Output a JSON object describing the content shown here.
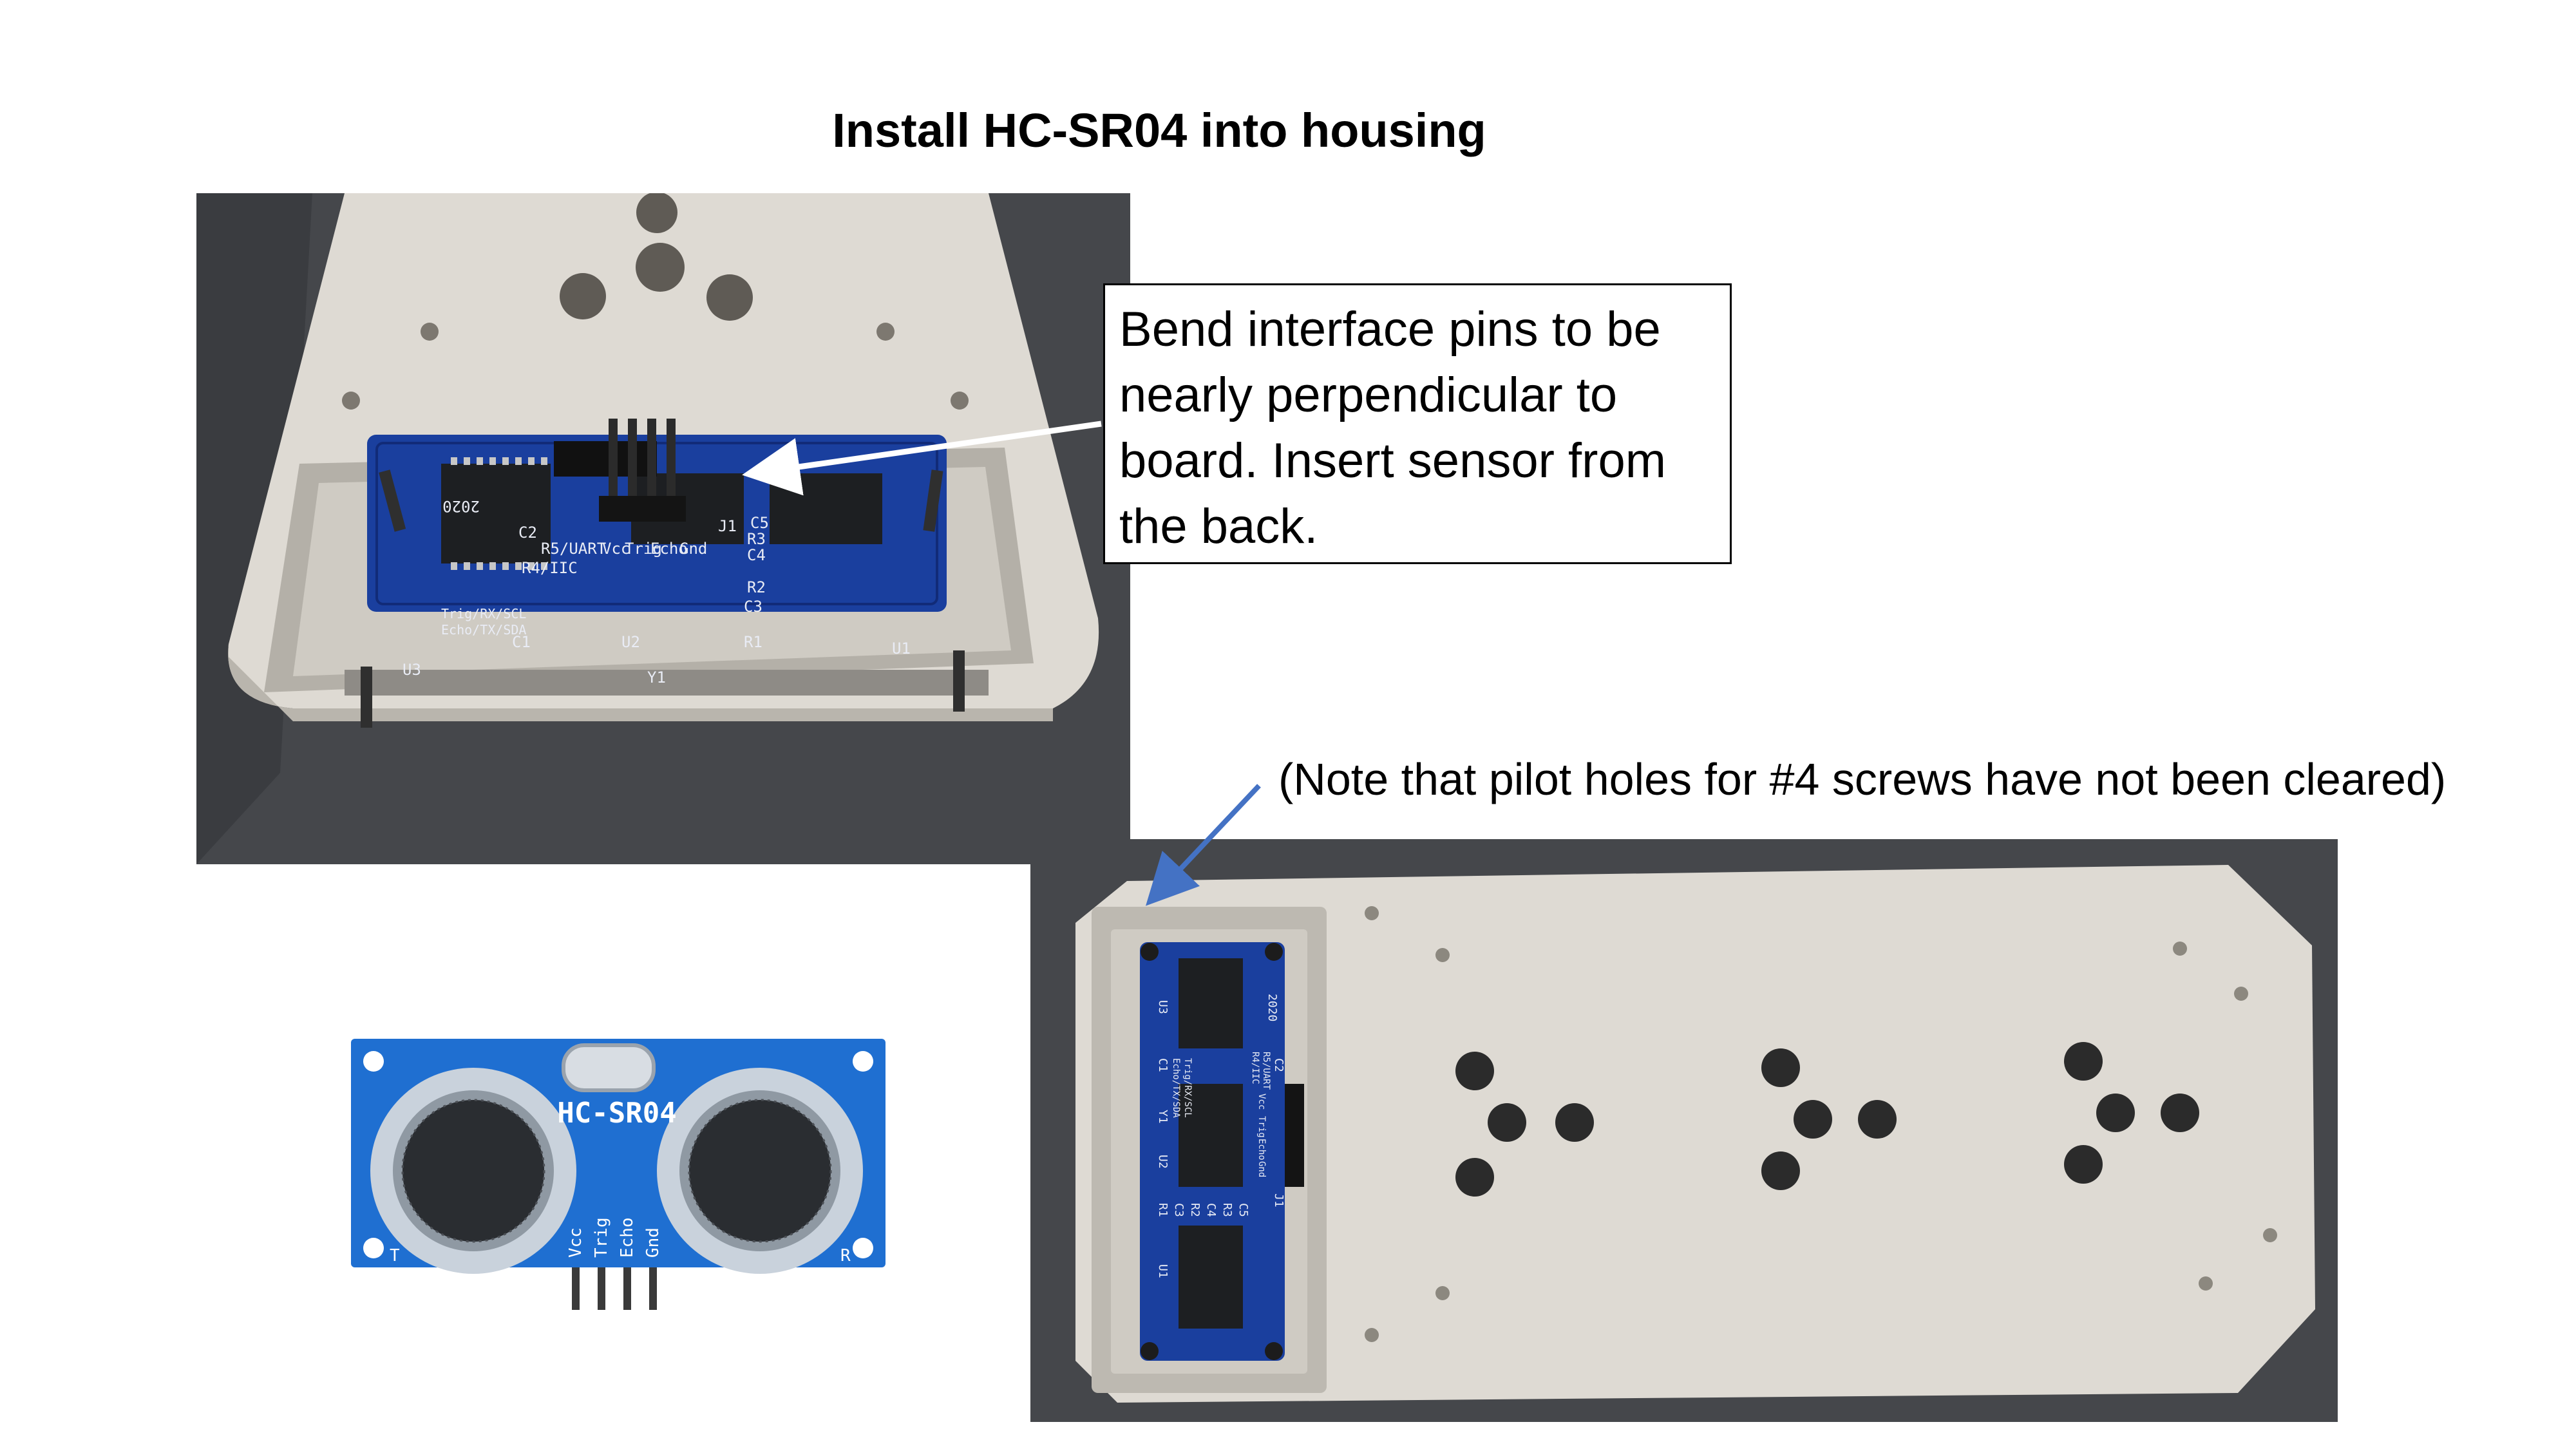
{
  "slide": {
    "title": "Install HC-SR04 into housing",
    "callout_lines": [
      "Bend interface pins to be",
      "nearly perpendicular to",
      "board.  Insert sensor from",
      "the back."
    ],
    "note": "(Note that pilot holes for #4 screws have not been cleared)"
  },
  "photos": {
    "closeup": {
      "board_labels": [
        "2020",
        "Vcc",
        "Trig",
        "Echo",
        "Gnd",
        "J1",
        "C2",
        "R5/UART",
        "R4/IIC",
        "C5",
        "R3",
        "C4",
        "R2",
        "C3",
        "R1",
        "U1",
        "U2",
        "U3",
        "Y1",
        "C1",
        "Echo/TX/SDA",
        "Trig/RX/SCL"
      ]
    },
    "sensor": {
      "module_name": "HC-SR04",
      "pin_labels": [
        "Vcc",
        "Trig",
        "Echo",
        "Gnd"
      ],
      "marks": [
        "T",
        "R"
      ]
    },
    "full": {
      "board_labels": [
        "U3",
        "2020",
        "C1",
        "Echo/TX/SDA",
        "Trig/RX/SCL",
        "R4/IIC",
        "R5/UART",
        "C2",
        "Y1",
        "U2",
        "R1",
        "C3",
        "R2",
        "C4",
        "R3",
        "C5",
        "U1",
        "J1",
        "Vcc",
        "Trig",
        "Echo",
        "Gnd"
      ]
    }
  },
  "colors": {
    "background": "#ffffff",
    "photo_backdrop": "#45474b",
    "housing": "#dedad3",
    "pcb": "#1a3f9e",
    "pcb_dark": "#112b78",
    "chip": "#1d1f22",
    "pin": "#2b2b2b",
    "arrow_white": "#ffffff",
    "arrow_blue": "#4472c4"
  }
}
